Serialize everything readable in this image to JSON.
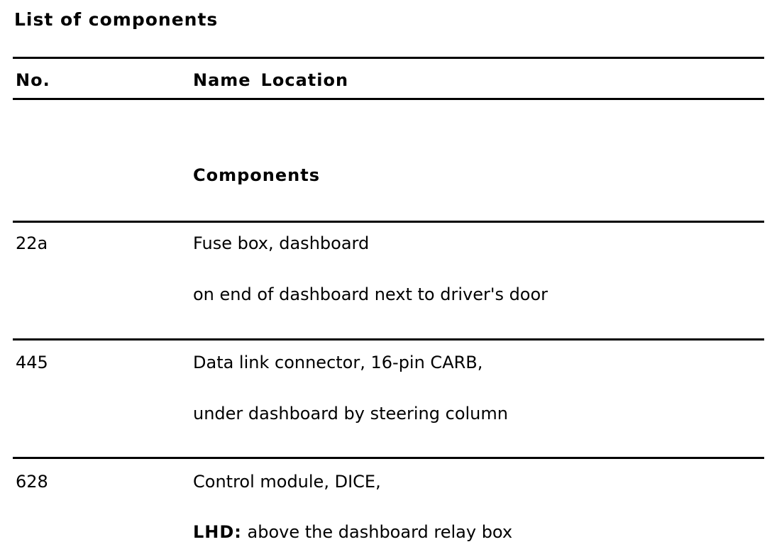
{
  "page": {
    "background_color": "#ffffff",
    "text_color": "#000000",
    "rule_color": "#000000"
  },
  "title": "List of components",
  "table": {
    "header": {
      "no": "No.",
      "name": "Name",
      "location": "Location"
    },
    "section_header": "Components",
    "rows": [
      {
        "no": "22a",
        "name": "Fuse box, dashboard",
        "location_prefix": "",
        "location": "on end of dashboard next to driver's door"
      },
      {
        "no": "445",
        "name": "Data link connector, 16-pin CARB,",
        "location_prefix": "",
        "location": "under dashboard by steering column"
      },
      {
        "no": "628",
        "name": "Control module, DICE,",
        "location_prefix": "LHD:",
        "location": "above the dashboard relay box"
      }
    ]
  }
}
